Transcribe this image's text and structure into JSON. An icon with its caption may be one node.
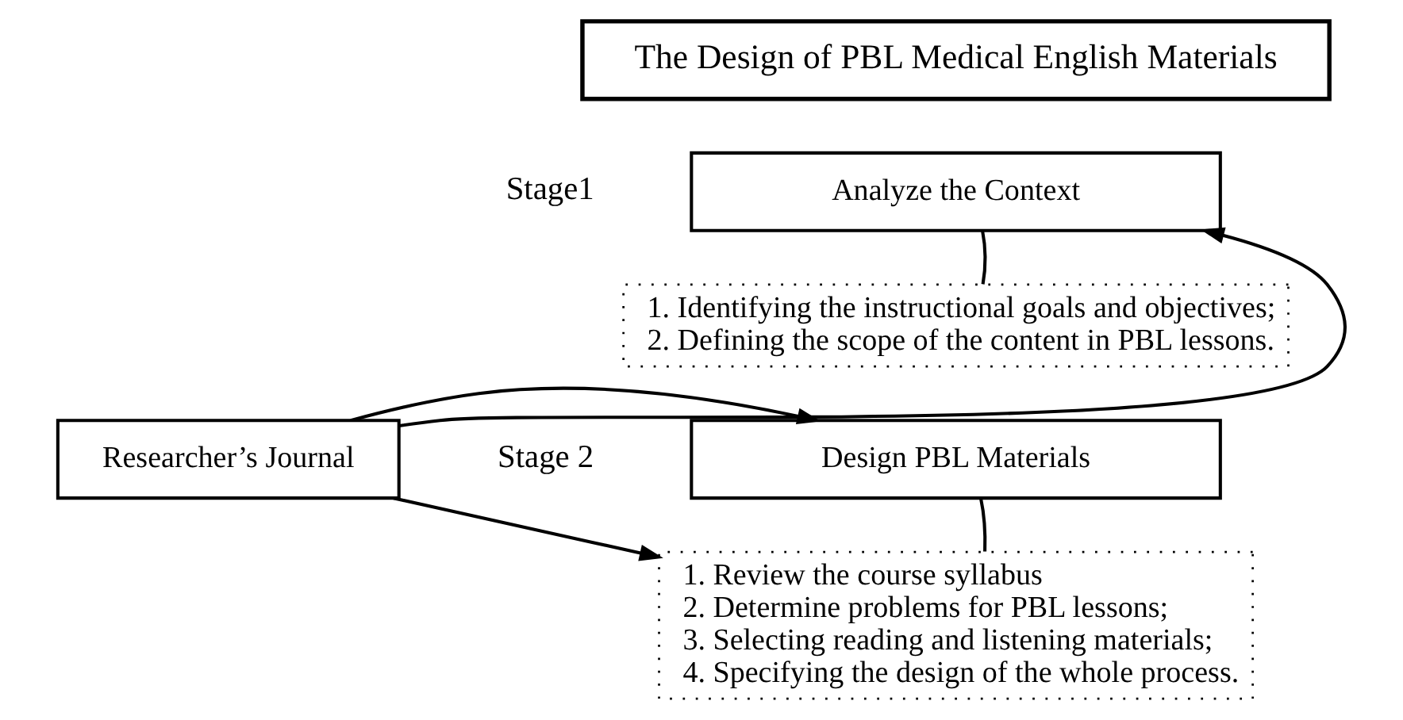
{
  "diagram": {
    "nodes": [
      {
        "text": [
          "The Design of PBL Medical English Materials"
        ]
      },
      {
        "text": [
          "Analyze the Context"
        ]
      },
      {
        "text": [
          "1. Identifying the instructional goals and objectives;",
          "2. Defining the scope of the content in PBL lessons."
        ]
      },
      {
        "text": [
          "Design PBL Materials"
        ]
      },
      {
        "text": [
          "1. Review the course syllabus",
          "2. Determine problems for PBL lessons;",
          "3. Selecting reading and listening materials;",
          "4. Specifying the design of the whole process."
        ]
      },
      {
        "text": [
          "Researcher’s Journal"
        ]
      }
    ],
    "edges": [
      {
        "from": 1,
        "to": 2,
        "arrow": "none"
      },
      {
        "from": 3,
        "to": 4,
        "arrow": "none"
      },
      {
        "from": 5,
        "to": 1,
        "arrow": "to"
      },
      {
        "from": 5,
        "to": 3,
        "arrow": "to"
      },
      {
        "from": 5,
        "to": 4,
        "arrow": "to"
      }
    ],
    "labels": [
      "Stage1",
      "Stage 2"
    ]
  }
}
